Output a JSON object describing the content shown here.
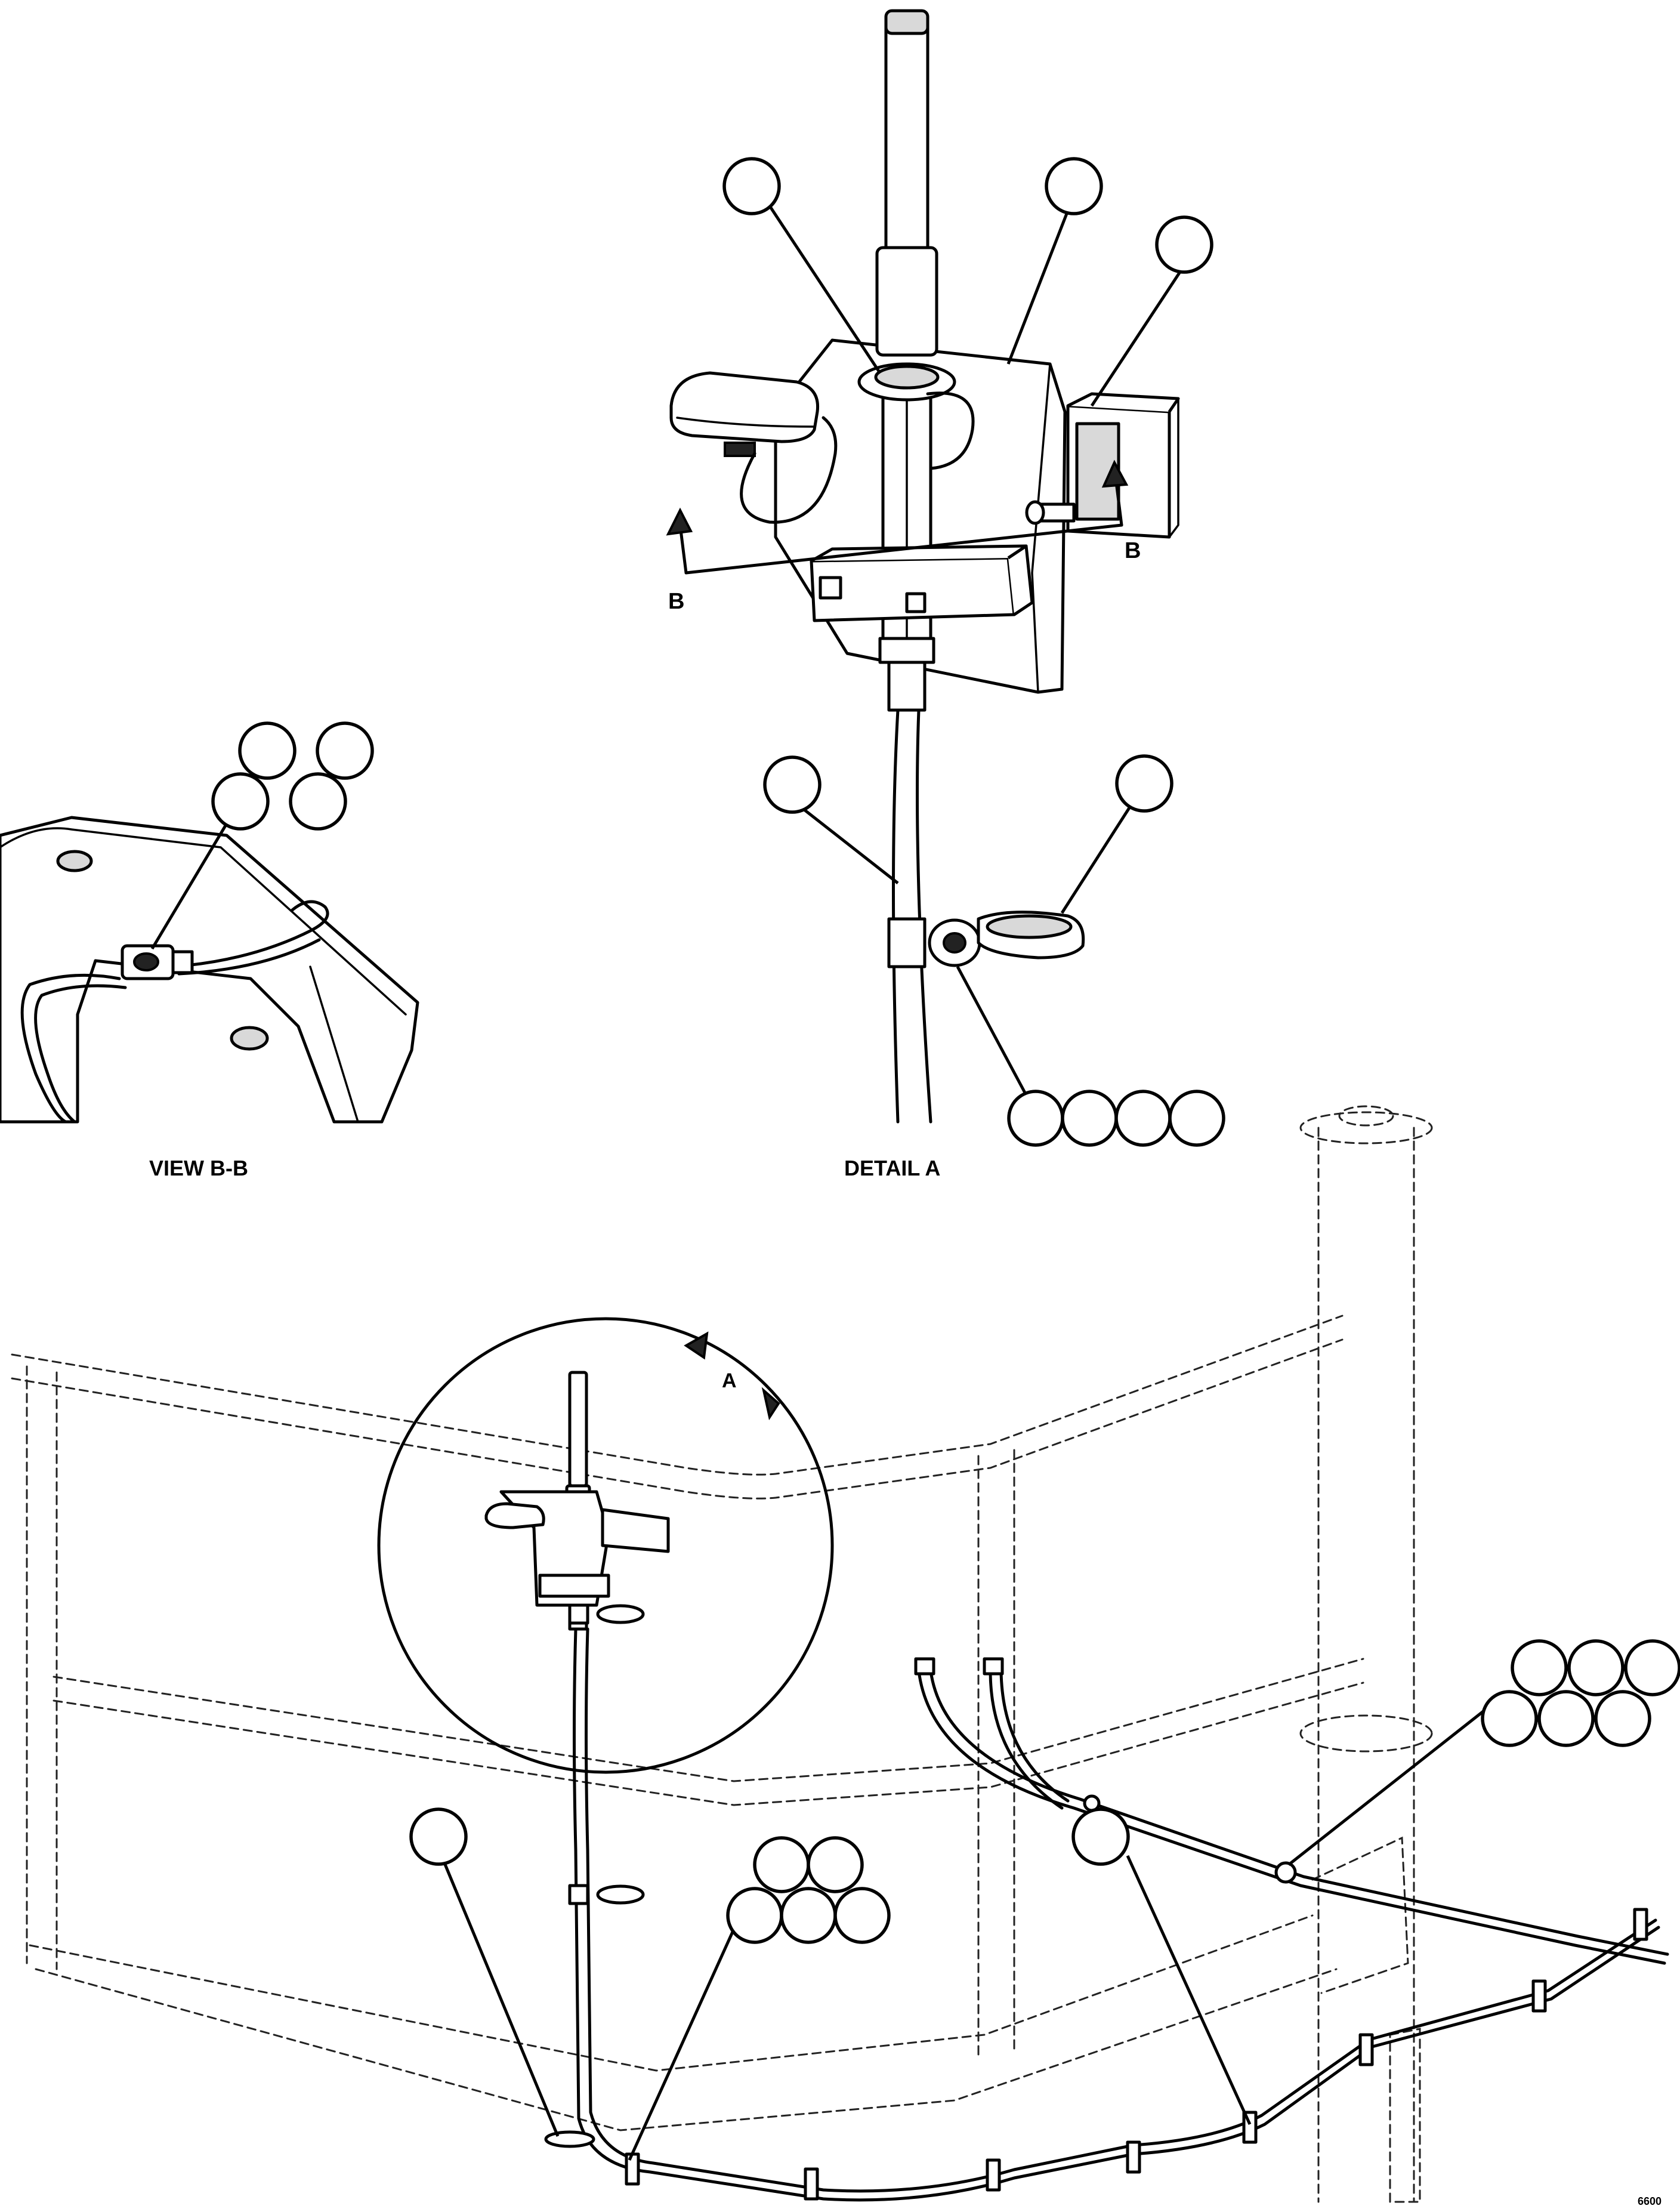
{
  "labels": {
    "section_arrow_left": "B",
    "section_arrow_right": "B",
    "detail_arrow": "A",
    "view_b_caption": "VIEW B-B",
    "detail_a_caption": "DETAIL A",
    "figure_id": "6600"
  },
  "callouts": {
    "view_b_b": {
      "count": 4
    },
    "detail_a_top": {
      "count": 3
    },
    "detail_a_cable": {
      "count": 1
    },
    "detail_a_clamp": {
      "count": 1
    },
    "detail_a_connector": {
      "count": 4
    },
    "main_right_group": {
      "count": 6
    },
    "main_left_single": {
      "count": 1
    },
    "main_center_group": {
      "count": 5
    },
    "main_mid_single": {
      "count": 1
    }
  },
  "colors": {
    "line": "#000000",
    "background": "#ffffff",
    "shade": "#d9d9d9"
  }
}
